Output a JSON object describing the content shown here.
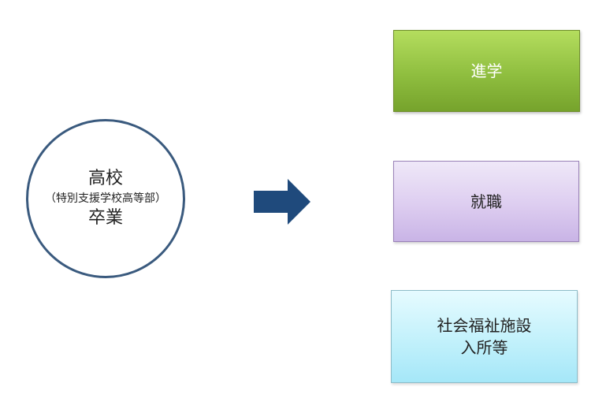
{
  "source": {
    "line1": "高校",
    "line2": "（特別支援学校高等部）",
    "line3": "卒業"
  },
  "arrow": {
    "icon": "right-arrow-icon",
    "color": "#1f4a7c"
  },
  "destinations": [
    {
      "label": "進学",
      "color": "#9bc74a"
    },
    {
      "label": "就職",
      "color": "#d9c9ee"
    },
    {
      "line1": "社会福祉施設",
      "line2": "入所等",
      "color": "#bff0fb"
    }
  ]
}
